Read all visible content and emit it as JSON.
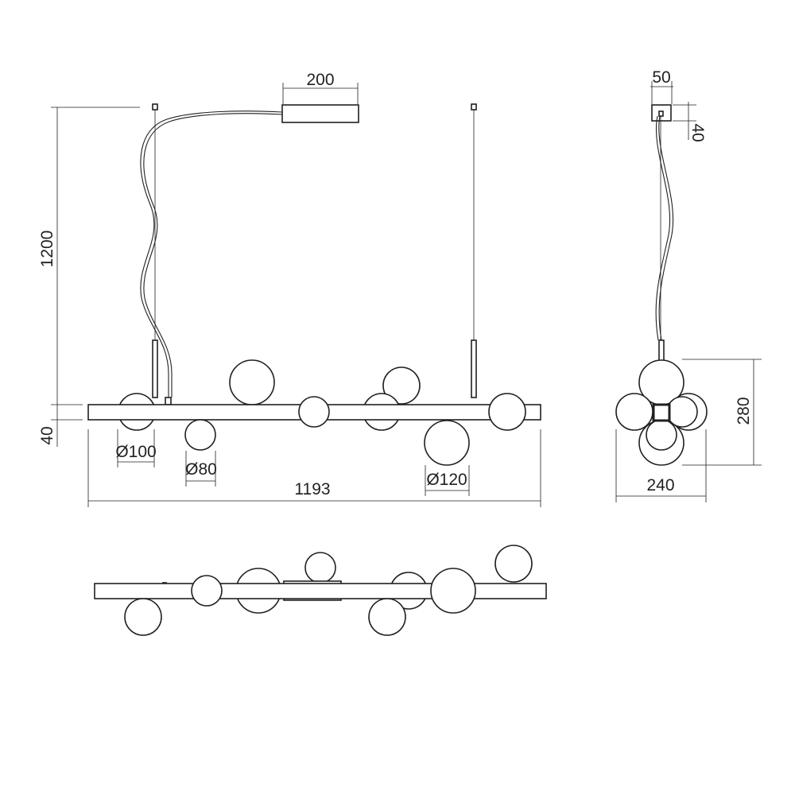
{
  "dimensions": {
    "canopy_width": "200",
    "drop_height": "1200",
    "bar_thickness": "40",
    "globe_small": "Ø80",
    "globe_medium": "Ø100",
    "globe_large": "Ø120",
    "bar_length": "1193",
    "side_canopy_width": "50",
    "side_canopy_height": "40",
    "side_height": "280",
    "side_width": "240"
  },
  "colors": {
    "line": "#231f20",
    "background": "#ffffff"
  }
}
